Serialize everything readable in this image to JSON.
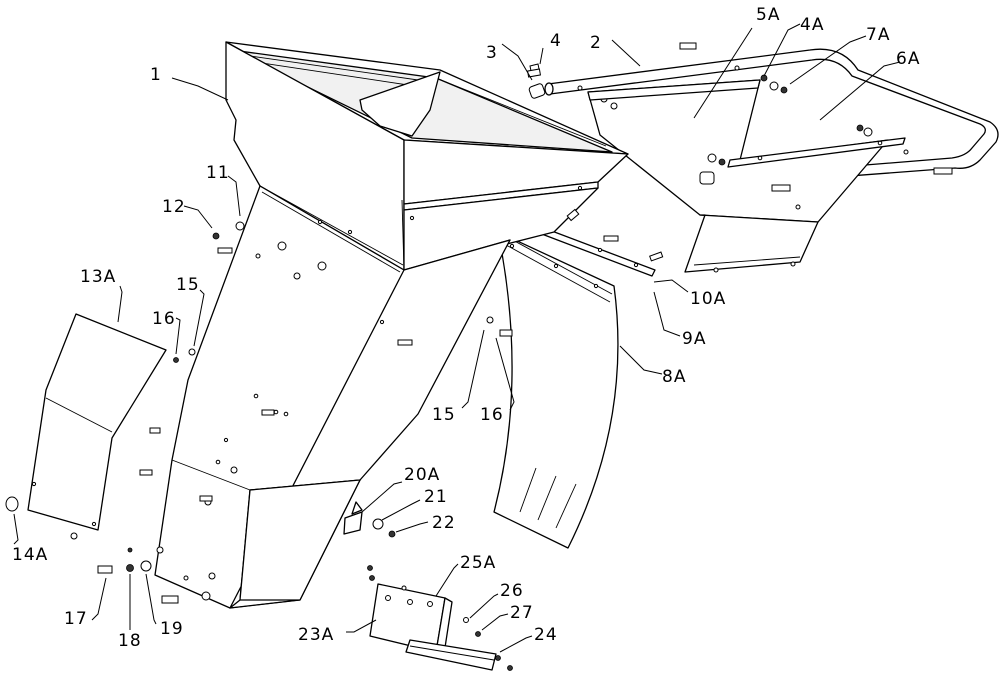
{
  "callouts": {
    "c1": "1",
    "c2": "2",
    "c3": "3",
    "c4": "4",
    "c4A": "4A",
    "c5A": "5A",
    "c6A": "6A",
    "c7A": "7A",
    "c8A": "8A",
    "c9A": "9A",
    "c10A": "10A",
    "c11": "11",
    "c12": "12",
    "c13A": "13A",
    "c14A": "14A",
    "c15a": "15",
    "c15b": "15",
    "c16a": "16",
    "c16b": "16",
    "c17": "17",
    "c18": "18",
    "c19": "19",
    "c20A": "20A",
    "c21": "21",
    "c22": "22",
    "c23A": "23A",
    "c24": "24",
    "c25A": "25A",
    "c26": "26",
    "c27": "27"
  }
}
